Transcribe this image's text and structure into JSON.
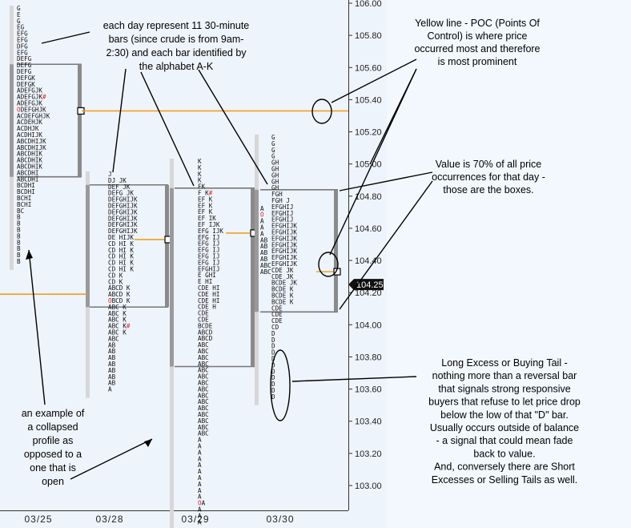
{
  "chart_data": {
    "type": "market-profile",
    "y_axis": {
      "min": 102.9,
      "max": 106.02,
      "tick_step": 0.2,
      "ticks": [
        "106.00",
        "105.80",
        "105.60",
        "105.40",
        "105.20",
        "105.00",
        "104.80",
        "104.60",
        "104.40",
        "104.20",
        "104.00",
        "103.80",
        "103.60",
        "103.40",
        "103.20",
        "103.00"
      ]
    },
    "x_axis": {
      "dates": [
        "03/25",
        "03/28",
        "03/29",
        "03/30"
      ]
    },
    "current_price": {
      "value": 104.25,
      "label": "104.25"
    },
    "colors": {
      "plot_background": "#eef4fb",
      "right_background": "#f3f8fe",
      "poc_line": "#f0a020",
      "value_bar": "#8a8a8a",
      "letter_highlight": "#dd2222",
      "price_tag": "#111111"
    },
    "profiles": [
      {
        "name": "03/25",
        "state": "collapsed",
        "rows": [
          "G",
          "E",
          "G",
          "EG",
          "EFG",
          "EFG",
          "DFG",
          "EFG",
          "DEFG",
          "DEFG",
          "DEFG",
          "DEFGK",
          "DEFGK",
          "ADEFGJK",
          "ADEFGJK#",
          "ADEFGJK",
          "ODEFGHJK",
          "ACDEFGHJK",
          "ACDEHJK",
          "ACDHJK",
          "ACDHIJK",
          "ABCDHIJK",
          "ABCDHIJK",
          "ABCDHIK",
          "ABCDHIK",
          "ABCDHIK",
          "ABCDHI",
          "ABCDHI",
          "BCDHI",
          "BCDHI",
          "BCHI",
          "BCHI",
          "BC",
          "B",
          "B",
          "B",
          "B",
          "B",
          "B",
          "B",
          "B"
        ],
        "value_high": 105.62,
        "value_low": 104.92,
        "poc": 105.33
      },
      {
        "name": "03/28",
        "state": "open",
        "rows": [
          "J",
          "DJ JK",
          "DEF JK",
          "DEFG JK",
          "DEFGHIJK",
          "DEFGHIJK",
          "DEFGHIJK",
          "DEFGHIJK",
          "DEFGHIJK",
          "DEFGHIJK",
          "DE HIJK",
          "CD HI K",
          "CD HI K",
          "CD HI K",
          "CD HI K",
          "CD HI K",
          "CD K",
          "CD K",
          "ABCD K",
          "ABCD K",
          "OBCD K",
          "ABC K",
          "ABC K",
          "ABC K",
          "ABC K#",
          "ABC K",
          "ABC",
          "AB",
          "AB",
          "AB",
          "AB",
          "AB",
          "AB",
          "AB",
          "A"
        ],
        "value_high": 104.87,
        "value_low": 104.11,
        "poc": 104.53
      },
      {
        "name": "03/29",
        "state": "open",
        "rows": [
          "K",
          "K",
          "K",
          "K",
          "FK",
          "F K#",
          "EF K",
          "EF K",
          "EF K",
          "EF IK",
          "EF IJK",
          "EFG IJK",
          "EFG IJ",
          "EFG IJ",
          "EFG IJ",
          "EFG IJ",
          "EFG IJ",
          "EFGHIJ",
          "E GHI",
          "E HI",
          "CDE HI",
          "CDE HI",
          "CDE HI",
          "CDE H",
          "CDE",
          "CDE",
          "BCDE",
          "ABCD",
          "ABCD",
          "ABC",
          "ABC",
          "ABC",
          "ABC",
          "ABC",
          "ABC",
          "ABC",
          "ABC",
          "ABC",
          "ABC",
          "ABC",
          "ABC",
          "ABC",
          "ABC",
          "ABC",
          "A",
          "A",
          "A",
          "A",
          "A",
          "A",
          "A",
          "A",
          "A",
          "A",
          "OA",
          "A",
          "A",
          "A"
        ],
        "value_high": 104.85,
        "value_low": 103.74,
        "poc": 104.57
      },
      {
        "name": "03/30",
        "state": "open",
        "rows": [
          "G",
          "G",
          "G",
          "G",
          "GH",
          "GH",
          "GH",
          "GH",
          "GH",
          "FGH",
          "FGH J",
          "EFGHIJ",
          "EFGHIJ",
          "EFGHIJ",
          "EFGHIJK",
          "EFGHIJK",
          "EFGHIJK",
          "EFGHIJK",
          "EFGHIJK",
          "EFGHIJK",
          "EFGHIJK",
          "CDE JK",
          "CDE JK",
          "BCDE JK",
          "BCDE K",
          "BCDE K",
          "BCDE K",
          "CDE",
          "CDE",
          "CDE",
          "CD",
          "D",
          "D",
          "D",
          "D",
          "D",
          "D",
          "D",
          "D",
          "D",
          "D",
          "D"
        ],
        "side_rows": [
          "A",
          "O",
          "A",
          "A",
          "A",
          "AB",
          "AB",
          "AB",
          "AB",
          "ABC",
          "ABC"
        ],
        "value_high": 104.84,
        "value_low": 104.08,
        "poc": 104.33
      }
    ],
    "annotations": [
      {
        "id": "days",
        "lines": [
          "each day represent 11 30-minute",
          "bars  (since crude is from 9am-",
          "2:30)  and each bar identified by",
          "the alphabet A-K"
        ]
      },
      {
        "id": "poc",
        "lines": [
          "Yellow line - POC  (Points Of",
          "Control)  is where price",
          "occurred most and therefore",
          "is most prominent"
        ]
      },
      {
        "id": "value",
        "lines": [
          "Value is 70% of all price",
          "occurrences for that day -",
          "those are the boxes."
        ]
      },
      {
        "id": "tail",
        "lines": [
          "Long Excess or Buying Tail -",
          "nothing more than a reversal bar",
          "that signals strong responsive",
          "buyers that refuse to let price drop",
          "below the low of that \"D\" bar.",
          "Usually occurs outside of balance",
          "- a signal that could mean fade",
          "back to value.",
          "And, conversely there are Short",
          "Excesses or Selling Tails as well."
        ]
      },
      {
        "id": "collapsed",
        "lines": [
          "an example of",
          "a collapsed",
          "profile as",
          "opposed to a",
          "one that is",
          "open"
        ]
      }
    ]
  }
}
